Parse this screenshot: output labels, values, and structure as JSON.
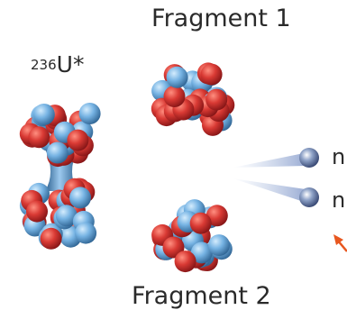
{
  "labels": {
    "fragment1": "Fragment 1",
    "fragment2": "Fragment 2",
    "nucleus_mass": "236",
    "nucleus_symbol": "U*",
    "neutron1": "n",
    "neutron2": "n"
  },
  "colors": {
    "proton": "#c4262b",
    "neutron": "#6aa9dc",
    "text": "#2a2a2a",
    "arrow": "#e8571f"
  }
}
